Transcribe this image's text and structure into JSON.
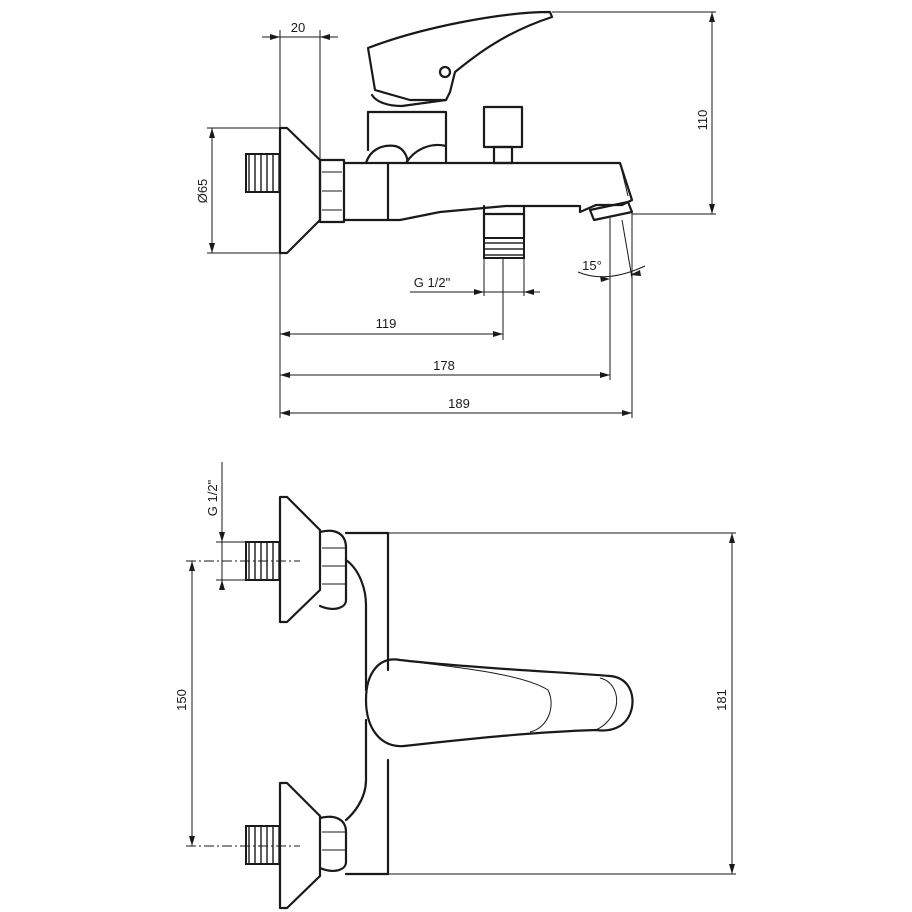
{
  "drawing": {
    "side_view": {
      "dim_flange_offset": "20",
      "dim_flange_diameter": "Ø65",
      "dim_height": "110",
      "dim_thread": "G 1/2\"",
      "dim_angle": "15°",
      "dim_len_1": "119",
      "dim_len_2": "178",
      "dim_len_3": "189"
    },
    "top_view": {
      "dim_thread": "G 1/2\"",
      "dim_spacing": "150",
      "dim_depth": "181"
    }
  }
}
